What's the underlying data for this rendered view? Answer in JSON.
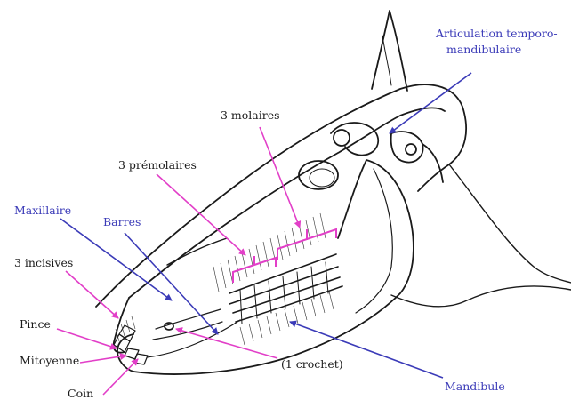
{
  "colors": {
    "pink": "#e23fc8",
    "blue": "#3b3bb8",
    "ink": "#1a1a1a",
    "paper": "#ffffff"
  },
  "labels": {
    "articulation_line1": "Articulation temporo-",
    "articulation_line2": "mandibulaire",
    "molaires": "3 molaires",
    "premolaires": "3 prémolaires",
    "maxillaire": "Maxillaire",
    "barres": "Barres",
    "incisives": "3 incisives",
    "pince": "Pince",
    "mitoyenne": "Mitoyenne",
    "coin": "Coin",
    "crochet": "(1 crochet)",
    "mandibule": "Mandibule"
  }
}
